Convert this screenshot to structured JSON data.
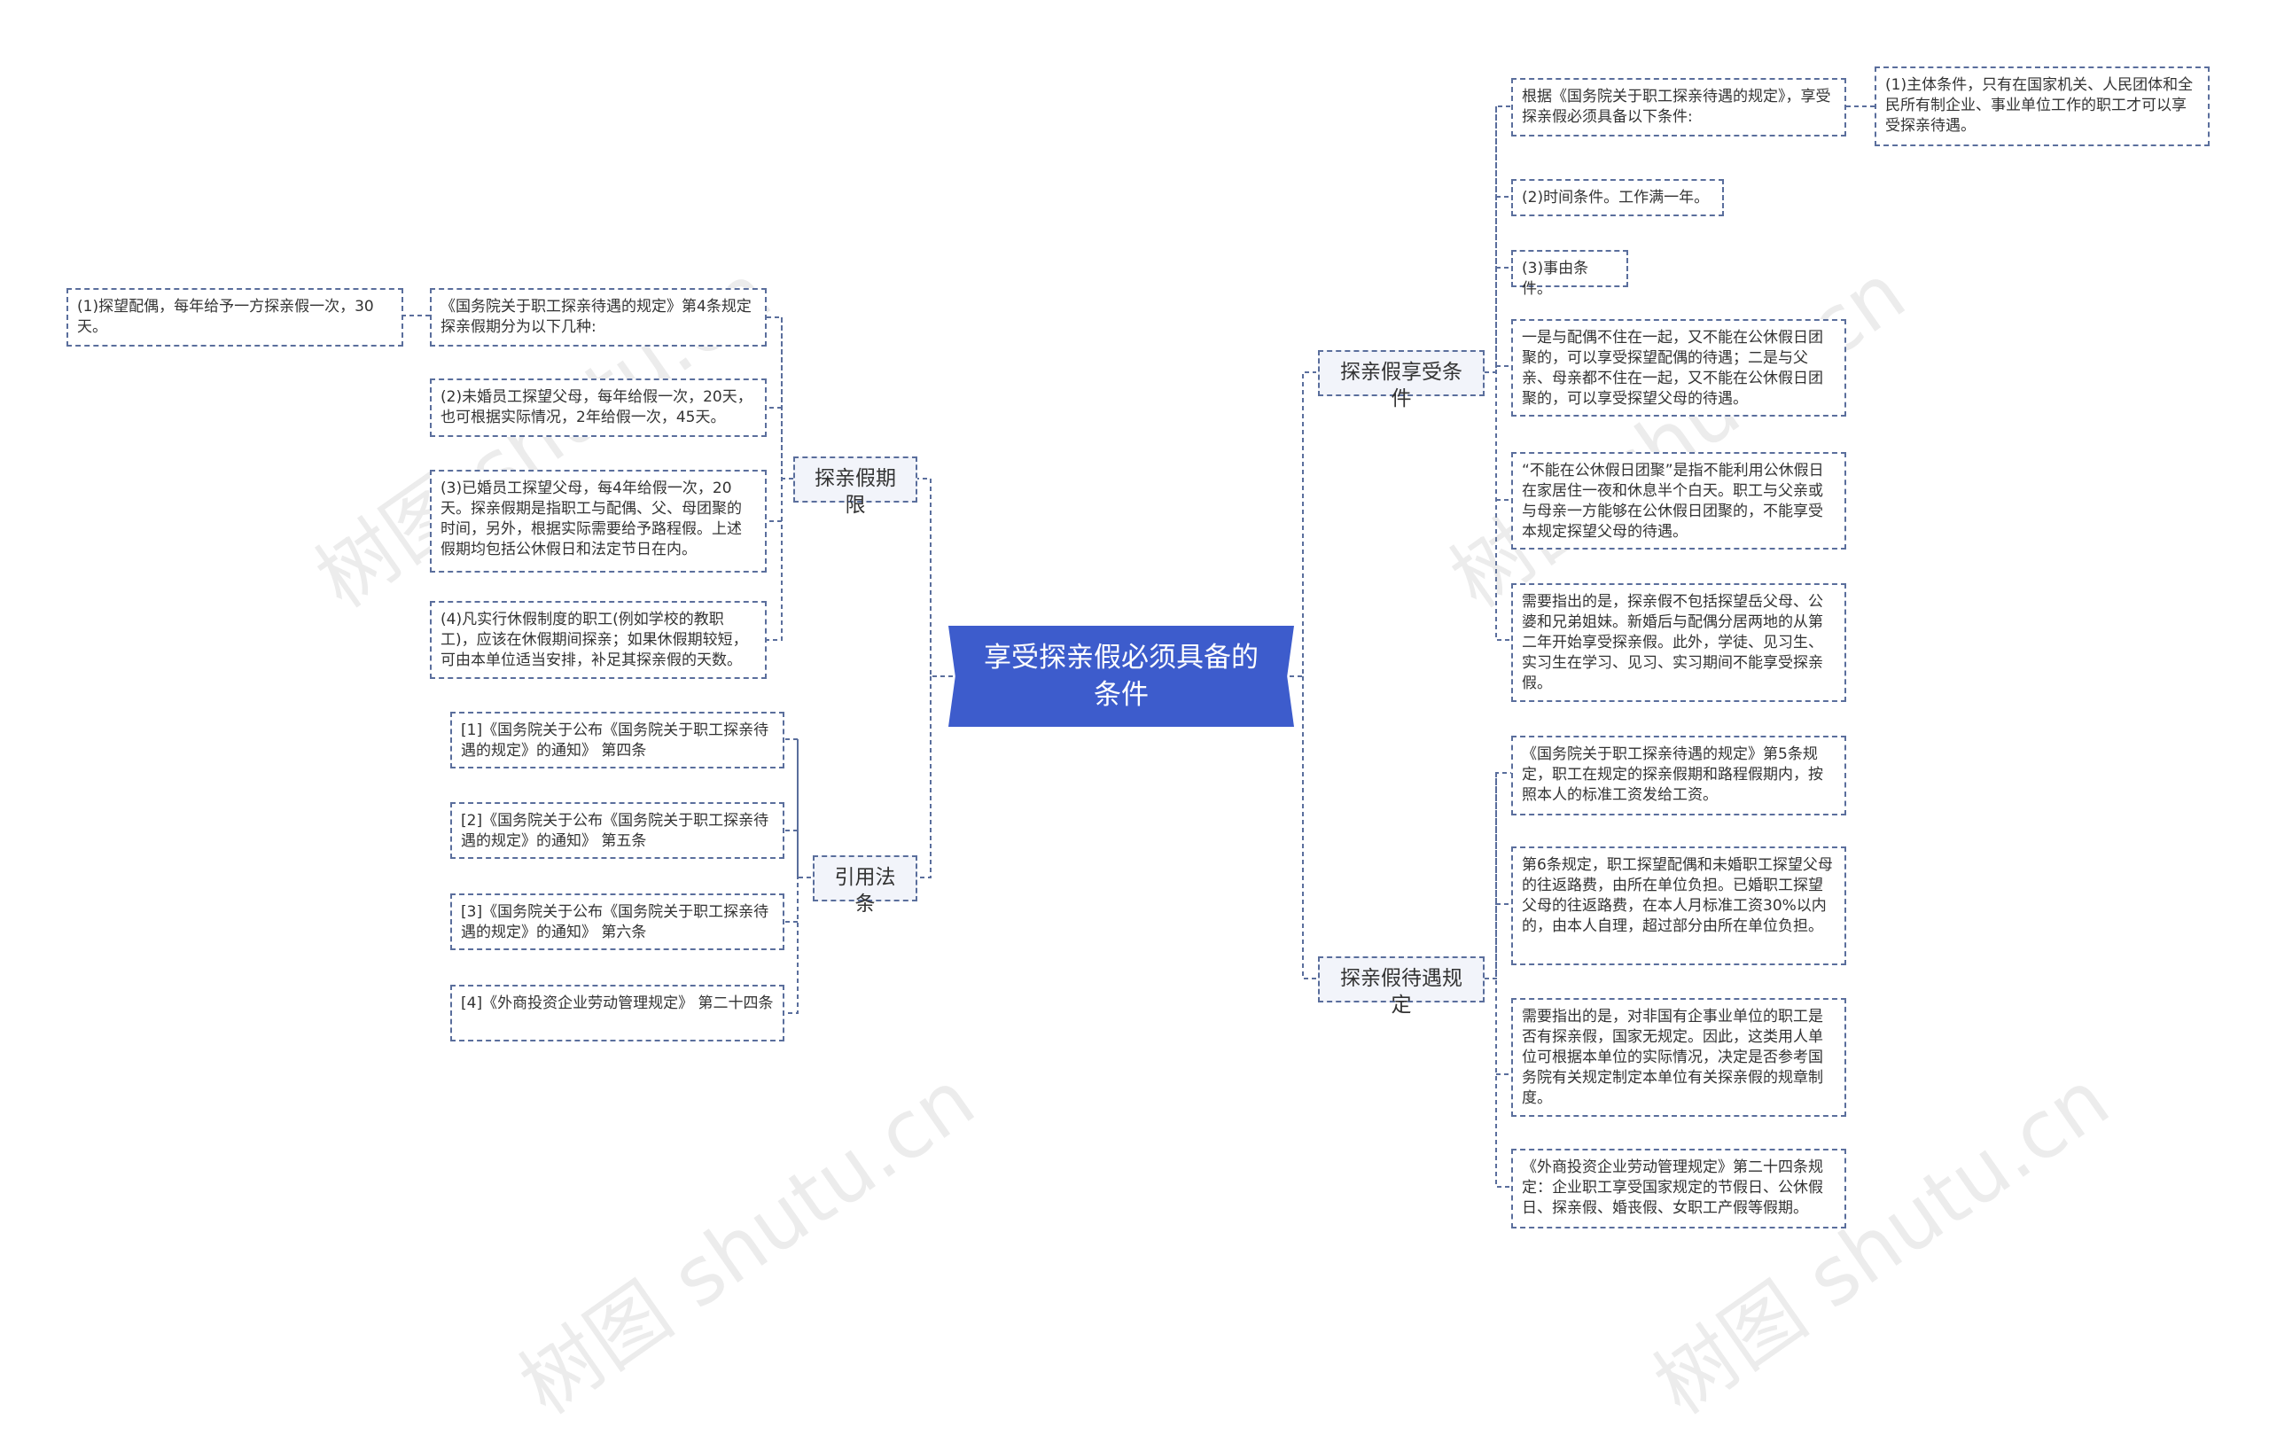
{
  "root": {
    "title": "享受探亲假必须具备的条件"
  },
  "branches": {
    "conditions": "探亲假享受条件",
    "period": "探亲假期限",
    "laws": "引用法条",
    "treatment": "探亲假待遇规定"
  },
  "conditions_items": {
    "intro": "根据《国务院关于职工探亲待遇的规定》，享受探亲假必须具备以下条件:",
    "subject": "(1)主体条件，只有在国家机关、人民团体和全民所有制企业、事业单位工作的职工才可以享受探亲待遇。",
    "time": "(2)时间条件。工作满一年。",
    "reason": "(3)事由条件。",
    "reason_detail": "一是与配偶不住在一起，又不能在公休假日团聚的，可以享受探望配偶的待遇；二是与父亲、母亲都不住在一起，又不能在公休假日团聚的，可以享受探望父母的待遇。",
    "cannot_reunite": "“不能在公休假日团聚”是指不能利用公休假日在家居住一夜和休息半个白天。职工与父亲或与母亲一方能够在公休假日团聚的，不能享受本规定探望父母的待遇。",
    "note": "需要指出的是，探亲假不包括探望岳父母、公婆和兄弟姐妹。新婚后与配偶分居两地的从第二年开始享受探亲假。此外，学徒、见习生、实习生在学习、见习、实习期间不能享受探亲假。"
  },
  "period_items": {
    "intro": "《国务院关于职工探亲待遇的规定》第4条规定探亲假期分为以下几种:",
    "spouse": "(1)探望配偶，每年给予一方探亲假一次，30天。",
    "unmarried": "(2)未婚员工探望父母，每年给假一次，20天，也可根据实际情况，2年给假一次，45天。",
    "married": "(3)已婚员工探望父母，每4年给假一次，20天。探亲假期是指职工与配偶、父、母团聚的时间，另外，根据实际需要给予路程假。上述假期均包括公休假日和法定节日在内。",
    "vacation": "(4)凡实行休假制度的职工(例如学校的教职工)，应该在休假期间探亲；如果休假期较短，可由本单位适当安排，补足其探亲假的天数。"
  },
  "laws_items": {
    "law1": "[1]《国务院关于公布《国务院关于职工探亲待遇的规定》的通知》 第四条",
    "law2": "[2]《国务院关于公布《国务院关于职工探亲待遇的规定》的通知》 第五条",
    "law3": "[3]《国务院关于公布《国务院关于职工探亲待遇的规定》的通知》 第六条",
    "law4": "[4]《外商投资企业劳动管理规定》 第二十四条"
  },
  "treatment_items": {
    "art5": "《国务院关于职工探亲待遇的规定》第5条规定，职工在规定的探亲假期和路程假期内，按照本人的标准工资发给工资。",
    "art6": "第6条规定，职工探望配偶和未婚职工探望父母的往返路费，由所在单位负担。已婚职工探望父母的往返路费，在本人月标准工资30%以内的，由本人自理，超过部分由所在单位负担。",
    "non_state": "需要指出的是，对非国有企事业单位的职工是否有探亲假，国家无规定。因此，这类用人单位可根据本单位的实际情况，决定是否参考国务院有关规定制定本单位有关探亲假的规章制度。",
    "foreign": "《外商投资企业劳动管理规定》第二十四条规定：企业职工享受国家规定的节假日、公休假日、探亲假、婚丧假、女职工产假等假期。"
  },
  "watermark": "树图 shutu.cn",
  "colors": {
    "root_bg": "#3d5ccc",
    "border": "#5a6e9c",
    "branch_bg": "#f2f4fa"
  }
}
